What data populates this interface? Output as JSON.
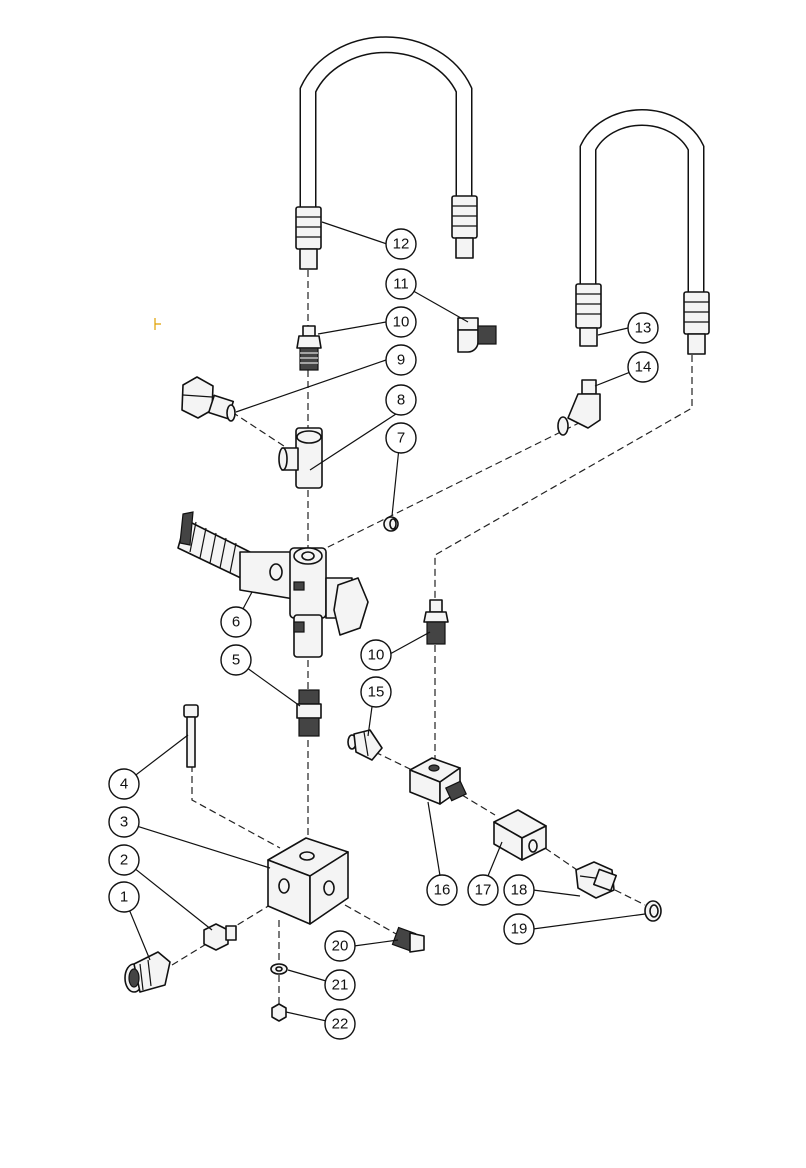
{
  "callouts": [
    {
      "id": "c1",
      "label": "1"
    },
    {
      "id": "c2",
      "label": "2"
    },
    {
      "id": "c3",
      "label": "3"
    },
    {
      "id": "c4",
      "label": "4"
    },
    {
      "id": "c5",
      "label": "5"
    },
    {
      "id": "c6",
      "label": "6"
    },
    {
      "id": "c7",
      "label": "7"
    },
    {
      "id": "c8",
      "label": "8"
    },
    {
      "id": "c9",
      "label": "9"
    },
    {
      "id": "c10a",
      "label": "10"
    },
    {
      "id": "c10b",
      "label": "10"
    },
    {
      "id": "c11",
      "label": "11"
    },
    {
      "id": "c12",
      "label": "12"
    },
    {
      "id": "c13",
      "label": "13"
    },
    {
      "id": "c14",
      "label": "14"
    },
    {
      "id": "c15",
      "label": "15"
    },
    {
      "id": "c16",
      "label": "16"
    },
    {
      "id": "c17",
      "label": "17"
    },
    {
      "id": "c18",
      "label": "18"
    },
    {
      "id": "c19",
      "label": "19"
    },
    {
      "id": "c20",
      "label": "20"
    },
    {
      "id": "c21",
      "label": "21"
    },
    {
      "id": "c22",
      "label": "22"
    }
  ]
}
